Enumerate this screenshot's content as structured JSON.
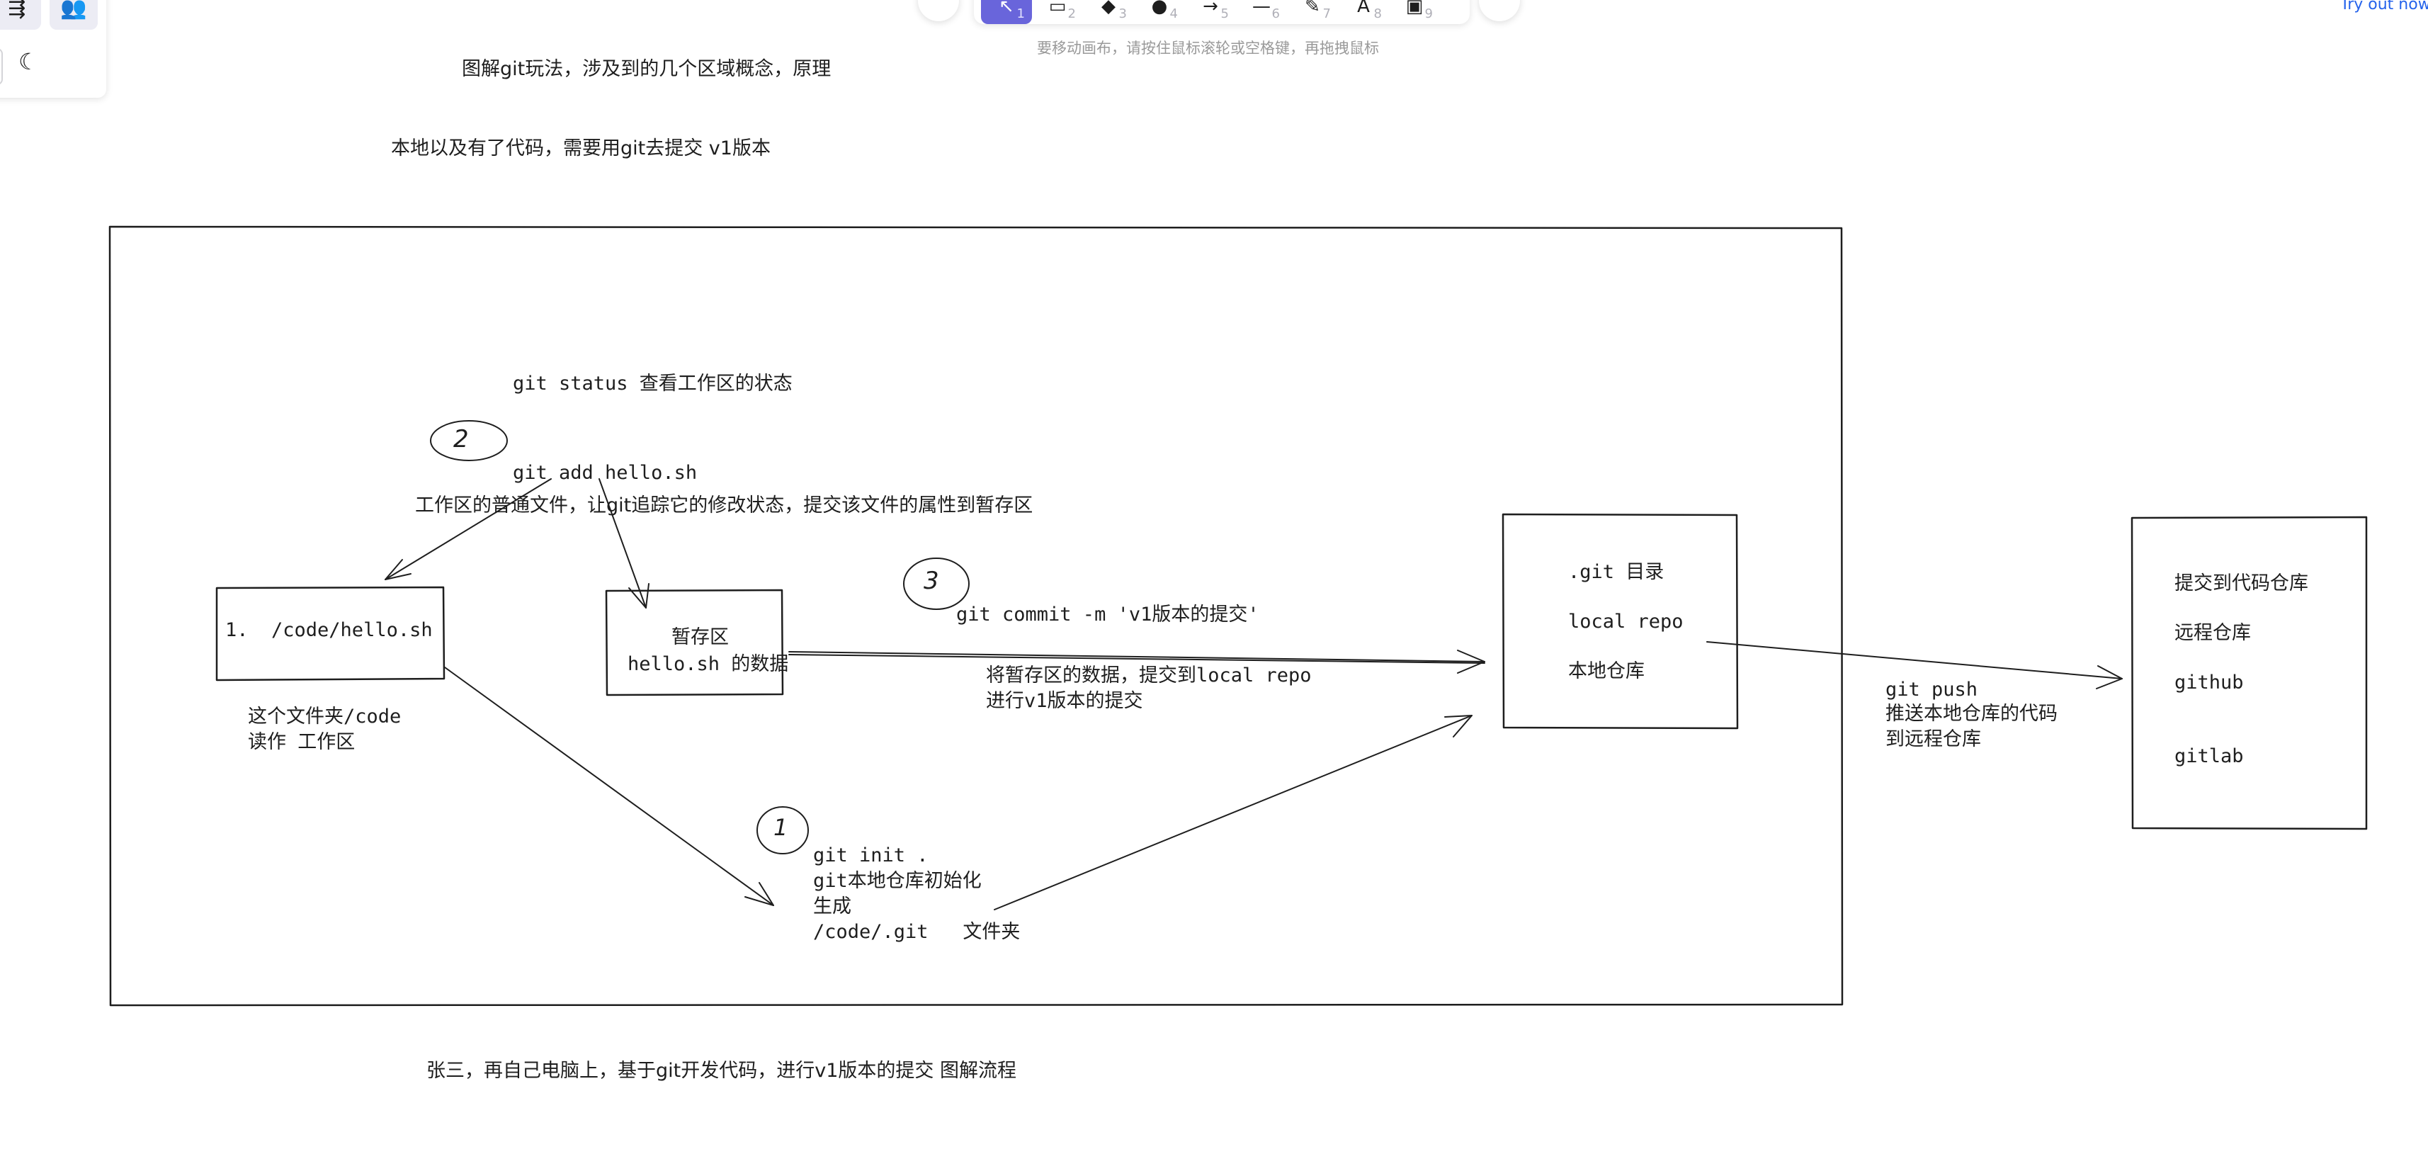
{
  "toolbar": {
    "hint": "要移动画布，请按住鼠标滚轮或空格键，再拖拽鼠标",
    "try_out": "Try out now!",
    "tools": [
      {
        "name": "selection",
        "key": "1",
        "glyph": "↖",
        "active": true
      },
      {
        "name": "rectangle",
        "key": "2",
        "glyph": "▭",
        "active": false
      },
      {
        "name": "diamond",
        "key": "3",
        "glyph": "◆",
        "active": false
      },
      {
        "name": "ellipse",
        "key": "4",
        "glyph": "●",
        "active": false
      },
      {
        "name": "arrow",
        "key": "5",
        "glyph": "→",
        "active": false
      },
      {
        "name": "line",
        "key": "6",
        "glyph": "—",
        "active": false
      },
      {
        "name": "draw",
        "key": "7",
        "glyph": "✎",
        "active": false
      },
      {
        "name": "text",
        "key": "8",
        "glyph": "A",
        "active": false
      },
      {
        "name": "image",
        "key": "9",
        "glyph": "▣",
        "active": false
      }
    ]
  },
  "canvas": {
    "title": "图解git玩法，涉及到的几个区域概念，原理",
    "subtitle": "本地以及有了代码，需要用git去提交 v1版本",
    "git_status": "git status 查看工作区的状态",
    "num2": "2",
    "git_add": "git add hello.sh",
    "git_add_desc": "工作区的普通文件，让git追踪它的修改状态，提交该文件的属性到暂存区",
    "workdir_box": "1.  /code/hello.sh",
    "workdir_desc_1": "这个文件夹/code",
    "workdir_desc_2": "读作 工作区",
    "stage_title": "暂存区",
    "stage_data": "hello.sh 的数据",
    "num3": "3",
    "git_commit": "git commit -m 'v1版本的提交'",
    "commit_desc_1": "将暂存区的数据，提交到local repo",
    "commit_desc_2": "进行v1版本的提交",
    "repo_1": ".git 目录",
    "repo_2": "local repo",
    "repo_3": "本地仓库",
    "num1": "1",
    "git_init_1": "git init .",
    "git_init_2": "git本地仓库初始化",
    "git_init_3": "生成",
    "git_init_4": "/code/.git   文件夹",
    "push_1": "git push",
    "push_2": "推送本地仓库的代码",
    "push_3": "到远程仓库",
    "remote_1": "提交到代码仓库",
    "remote_2": "远程仓库",
    "remote_3": "github",
    "remote_4": "gitlab",
    "footer": "张三，再自己电脑上，基于git开发代码，进行v1版本的提交 图解流程"
  }
}
